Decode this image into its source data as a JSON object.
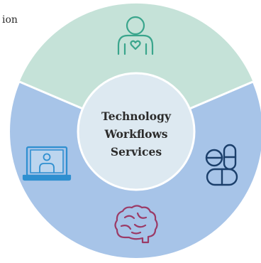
{
  "corner_text": "ion",
  "center": {
    "line1": "Technology",
    "line2": "Workflows",
    "line3": "Services"
  },
  "colors": {
    "top_segment": "#c5e2d8",
    "bottom_segment": "#a7c4e8",
    "center_circle": "#dde9f1",
    "person_icon": "#3aa58c",
    "laptop_icon": "#2f8fd0",
    "pills_icon": "#1b3f6b",
    "brain_icon": "#9b3a66"
  },
  "icons": [
    "person-heart-icon",
    "laptop-user-icon",
    "pills-icon",
    "brain-icon"
  ]
}
